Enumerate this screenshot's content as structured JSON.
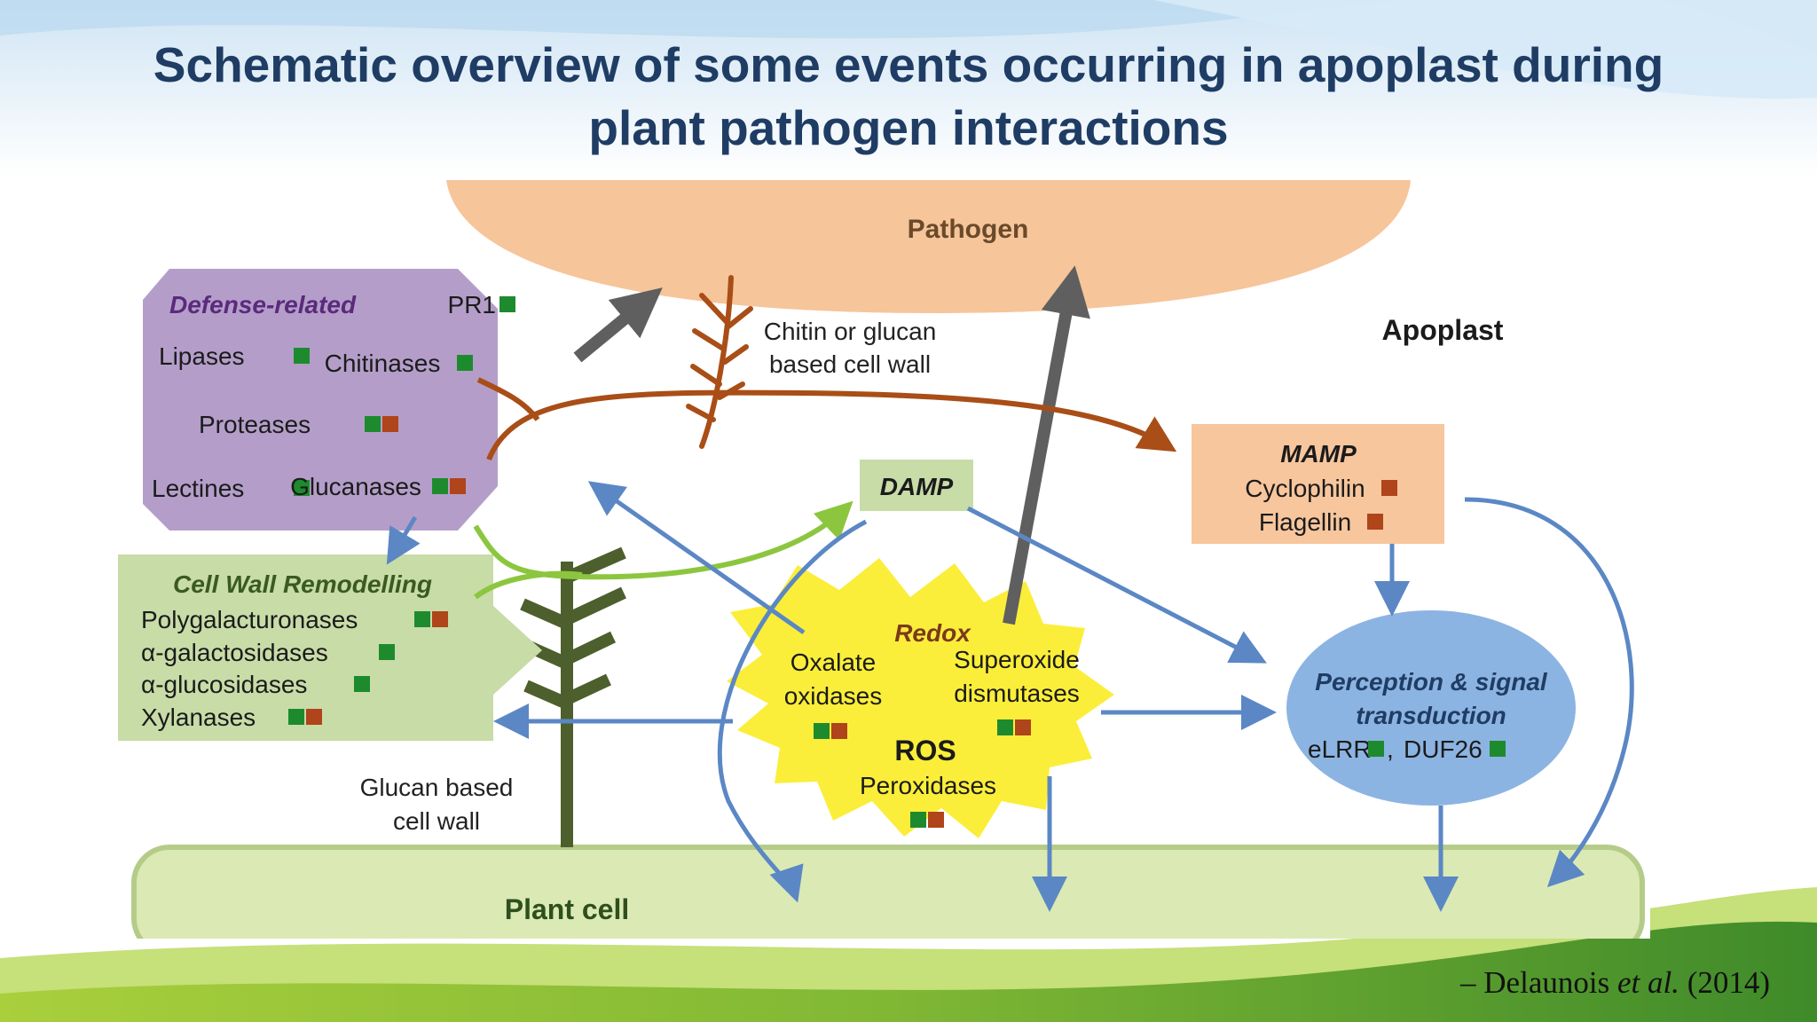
{
  "slide": {
    "title_line1": "Schematic overview of some events occurring in apoplast during",
    "title_line2": "plant pathogen interactions",
    "citation_prefix": "– Delaunois ",
    "citation_italic": "et al.",
    "citation_suffix": " (2014)"
  },
  "colors": {
    "title": "#1f3d64",
    "protein_green_marker": "#1e8a2e",
    "protein_brown_marker": "#b0441a",
    "arrow_blue": "#5b87c5",
    "arrow_grey": "#5f5f5f",
    "arrow_brown": "#a94e17",
    "arrow_lightgreen": "#8cc63f"
  },
  "diagram": {
    "pathogen": "Pathogen",
    "apoplast": "Apoplast",
    "plant_cell": "Plant cell",
    "chitin_wall_line1": "Chitin or glucan",
    "chitin_wall_line2": "based cell wall",
    "glucan_wall_line1": "Glucan based",
    "glucan_wall_line2": "cell wall",
    "defense": {
      "title": "Defense-related",
      "pr1": "PR1",
      "lipases": "Lipases",
      "chitinases": "Chitinases",
      "proteases": "Proteases",
      "lectines": "Lectines",
      "glucanases": "Glucanases"
    },
    "remodel": {
      "title": "Cell Wall Remodelling",
      "item1": "Polygalacturonases",
      "item2": "α-galactosidases",
      "item3": "α-glucosidases",
      "item4": "Xylanases"
    },
    "damp": "DAMP",
    "mamp": {
      "title": "MAMP",
      "item1": "Cyclophilin",
      "item2": "Flagellin"
    },
    "redox": {
      "title": "Redox",
      "oxalate1": "Oxalate",
      "oxalate2": "oxidases",
      "superoxide1": "Superoxide",
      "superoxide2": "dismutases",
      "ros": "ROS",
      "peroxidases": "Peroxidases"
    },
    "perception": {
      "line1": "Perception & signal",
      "line2": "transduction",
      "elrr": "eLRR",
      "sep": ",",
      "duf": "DUF26"
    }
  }
}
